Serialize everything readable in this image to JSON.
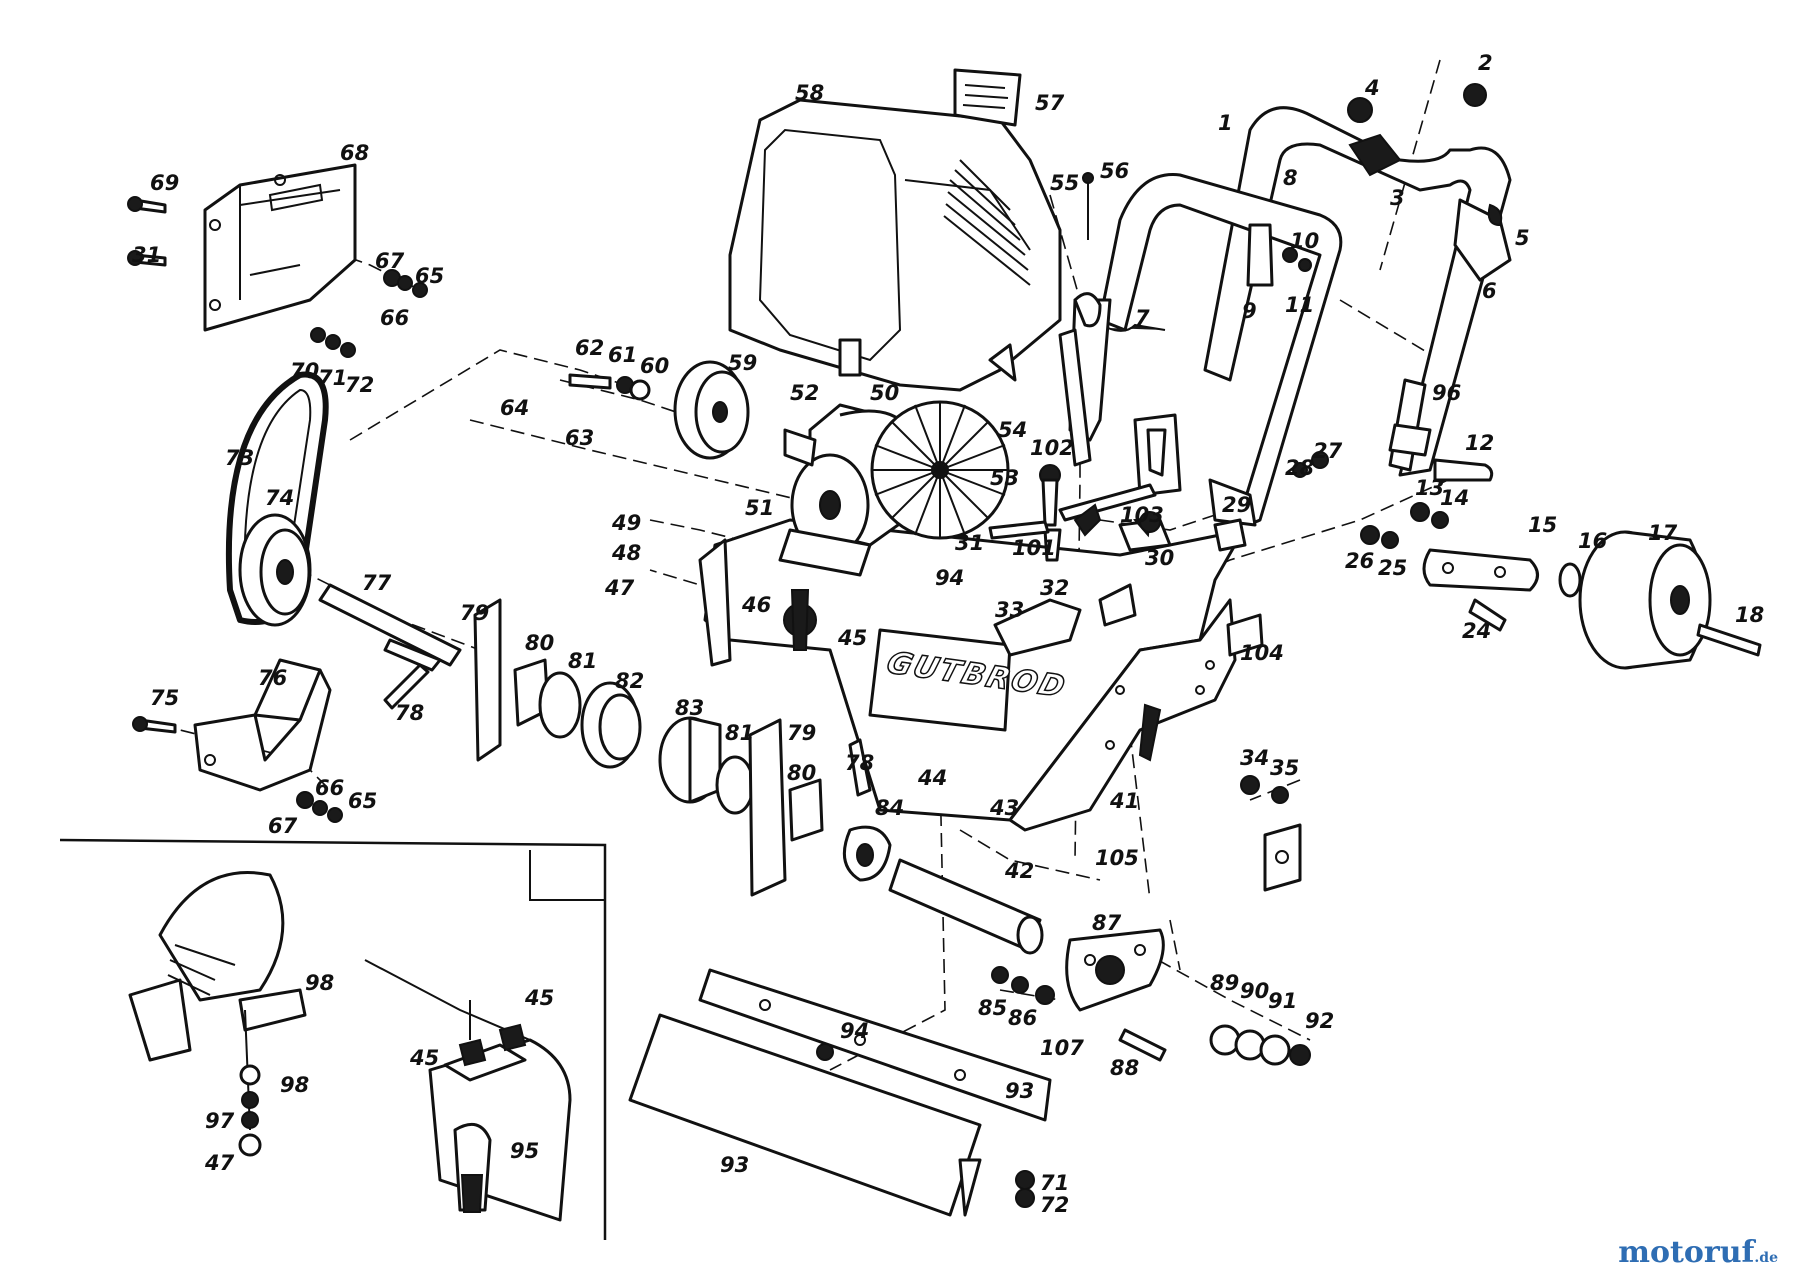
{
  "brand_plate": "GUTBROD",
  "watermark": {
    "name": "motoruf",
    "tld": ".de"
  },
  "callouts": {
    "p1": "1",
    "p2": "2",
    "p3": "3",
    "p4": "4",
    "p5": "5",
    "p6": "6",
    "p7": "7",
    "p8": "8",
    "p9": "9",
    "p10": "10",
    "p11": "11",
    "p12": "12",
    "p13": "13",
    "p14": "14",
    "p15": "15",
    "p16": "16",
    "p17": "17",
    "p18": "18",
    "p24": "24",
    "p25": "25",
    "p26": "26",
    "p27": "27",
    "p28": "28",
    "p29": "29",
    "p30": "30",
    "p31a": "31",
    "p31b": "31",
    "p32": "32",
    "p33": "33",
    "p34": "34",
    "p35": "35",
    "p41": "41",
    "p42": "42",
    "p43": "43",
    "p44": "44",
    "p45a": "45",
    "p45b": "45",
    "p45c": "45",
    "p46": "46",
    "p47a": "47",
    "p47b": "47",
    "p48": "48",
    "p49": "49",
    "p50": "50",
    "p51": "51",
    "p52": "52",
    "p53": "53",
    "p54": "54",
    "p55": "55",
    "p56": "56",
    "p57": "57",
    "p58": "58",
    "p59": "59",
    "p60": "60",
    "p61": "61",
    "p62": "62",
    "p63": "63",
    "p64": "64",
    "p65a": "65",
    "p65b": "65",
    "p66a": "66",
    "p66b": "66",
    "p67a": "67",
    "p67b": "67",
    "p68": "68",
    "p69": "69",
    "p70": "70",
    "p71a": "71",
    "p71b": "71",
    "p72a": "72",
    "p72b": "72",
    "p73": "73",
    "p74": "74",
    "p75": "75",
    "p76": "76",
    "p77": "77",
    "p78a": "78",
    "p78b": "78",
    "p79a": "79",
    "p79b": "79",
    "p80a": "80",
    "p80b": "80",
    "p81a": "81",
    "p81b": "81",
    "p82": "82",
    "p83": "83",
    "p84": "84",
    "p85": "85",
    "p86": "86",
    "p87": "87",
    "p88": "88",
    "p89": "89",
    "p90": "90",
    "p91": "91",
    "p92": "92",
    "p93a": "93",
    "p93b": "93",
    "p94a": "94",
    "p94b": "94",
    "p95": "95",
    "p96": "96",
    "p97": "97",
    "p98a": "98",
    "p98b": "98",
    "p101": "101",
    "p102": "102",
    "p103": "103",
    "p104": "104",
    "p105": "105",
    "p107": "107"
  }
}
